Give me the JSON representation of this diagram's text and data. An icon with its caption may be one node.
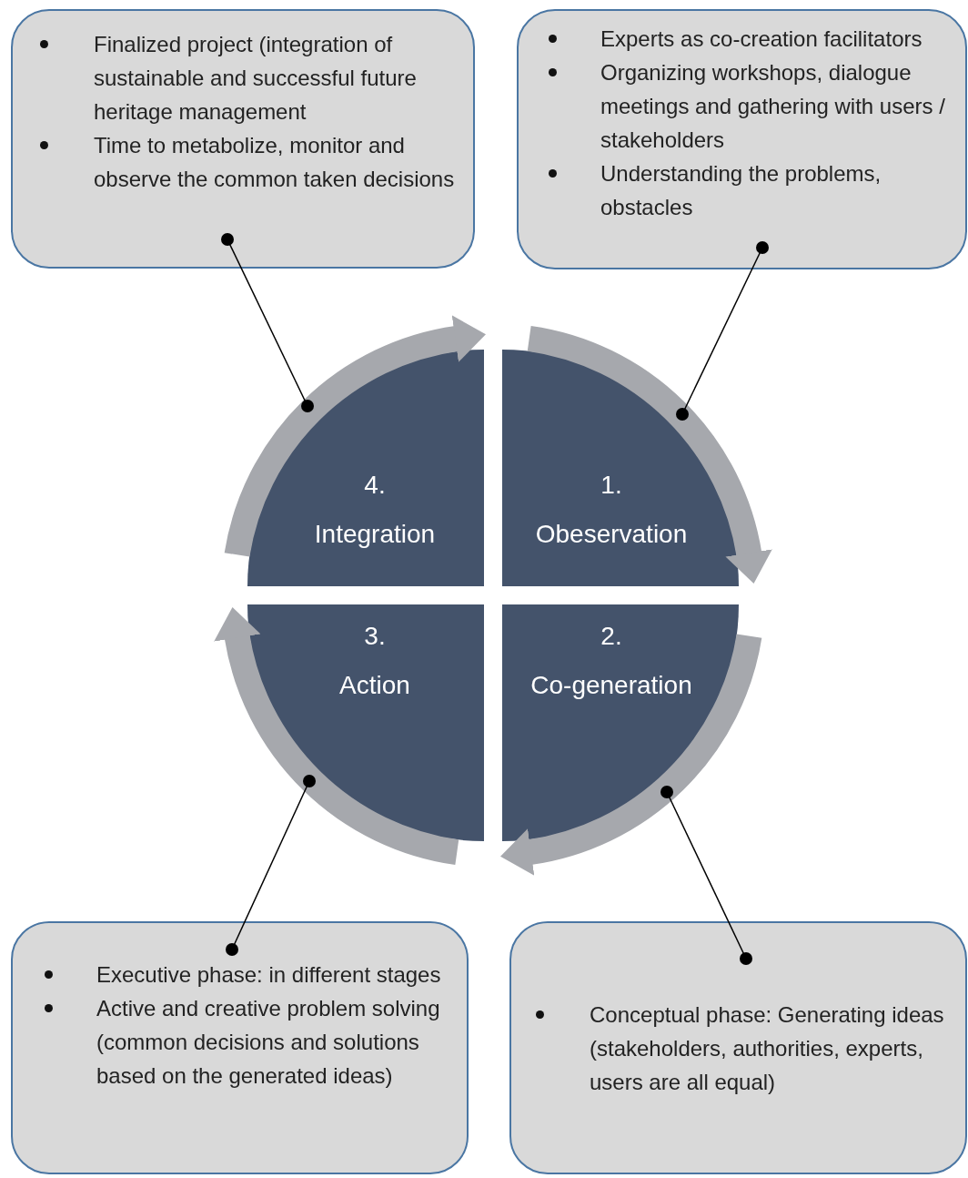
{
  "diagram": {
    "nodes": [
      {
        "text": [
          "Finalized project (integration of sustainable and successful future heritage management",
          "Time to metabolize, monitor and observe the common taken decisions"
        ]
      },
      {
        "text": [
          "Experts as co-creation facilitators",
          "Organizing workshops, dialogue meetings and gathering with users / stakeholders",
          "Understanding the problems, obstacles"
        ]
      },
      {
        "text": [
          "4.",
          "Integration"
        ]
      },
      {
        "text": [
          "1.",
          "Obeservation"
        ]
      },
      {
        "text": [
          "3.",
          "Action"
        ]
      },
      {
        "text": [
          "2.",
          "Co-generation"
        ]
      },
      {
        "text": [
          "Executive phase: in different stages",
          "Active and creative problem solving (common decisions and solutions based on the generated ideas)"
        ]
      },
      {
        "text": [
          "Conceptual phase: Generating ideas (stakeholders, authorities, experts, users are all equal)"
        ]
      }
    ],
    "edges": [
      {
        "from": 2,
        "to": 3,
        "arrow": "to",
        "style": "thick",
        "color": "#a6a8ad"
      },
      {
        "from": 3,
        "to": 5,
        "arrow": "to",
        "style": "thick",
        "color": "#a6a8ad"
      },
      {
        "from": 5,
        "to": 4,
        "arrow": "to",
        "style": "thick",
        "color": "#a6a8ad"
      },
      {
        "from": 4,
        "to": 2,
        "arrow": "to",
        "style": "thick",
        "color": "#a6a8ad"
      },
      {
        "from": 0,
        "to": 2,
        "arrow": "other",
        "color": "#000000"
      },
      {
        "from": 1,
        "to": 3,
        "arrow": "other",
        "color": "#000000"
      },
      {
        "from": 6,
        "to": 4,
        "arrow": "other",
        "color": "#000000"
      },
      {
        "from": 7,
        "to": 5,
        "arrow": "other",
        "color": "#000000"
      }
    ]
  }
}
